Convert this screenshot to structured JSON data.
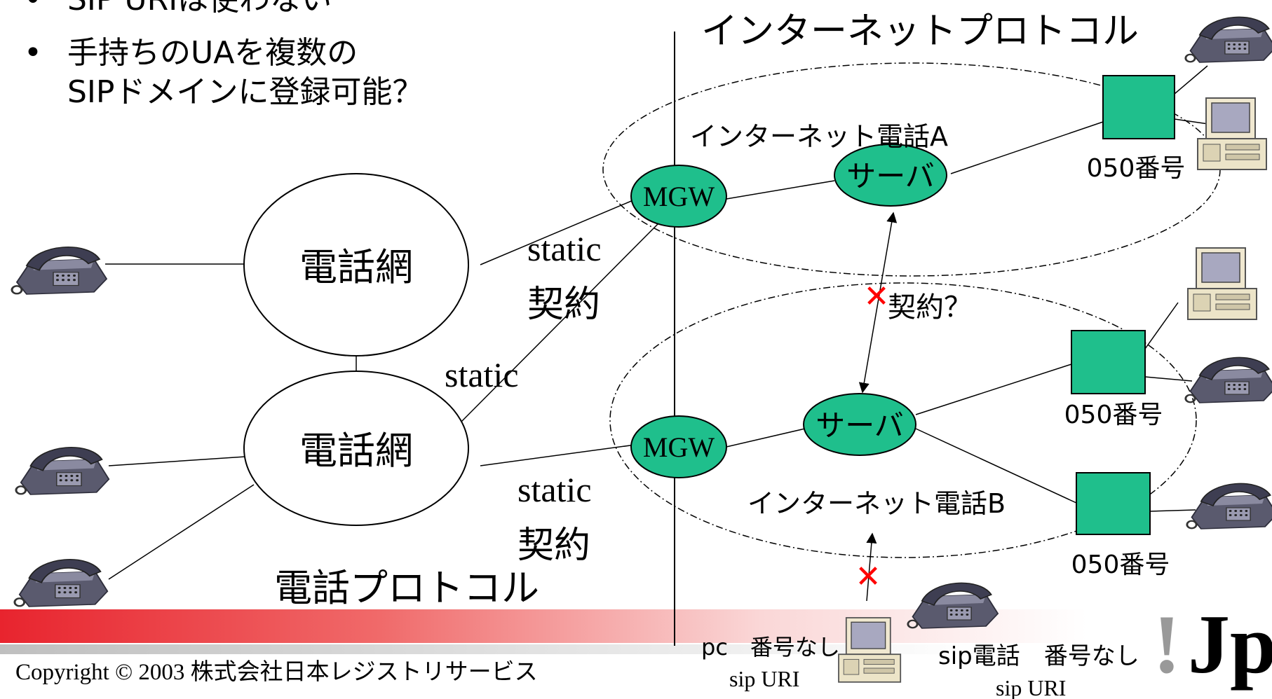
{
  "bullets": [
    "SIP URIは使わない",
    "手持ちのUAを複数の",
    "SIPドメインに登録可能？"
  ],
  "bullet_marker": "•",
  "titles": {
    "internet_protocol": "インターネットプロトコル",
    "phone_protocol": "電話プロトコル"
  },
  "networks": {
    "phone_net_1": "電話網",
    "phone_net_2": "電話網"
  },
  "domains": {
    "a": "インターネット電話A",
    "b": "インターネット電話B"
  },
  "nodes": {
    "mgw_a": "MGW",
    "mgw_b": "MGW",
    "server_a": "サーバ",
    "server_b": "サーバ"
  },
  "links": {
    "static_1": "static",
    "contract_1": "契約",
    "static_2": "static",
    "static_3": "static",
    "contract_3": "契約"
  },
  "contract_question": "契約？",
  "numbers": {
    "n_a": "050番号",
    "n_b1": "050番号",
    "n_b2": "050番号"
  },
  "bottom_devices": {
    "pc_line1": "pc　番号なし",
    "pc_line2": "sip URI",
    "sip_line1": "sip電話　番号なし",
    "sip_line2": "sip URI"
  },
  "footer": {
    "copyright": "Copyright © 2003 株式会社日本レジストリサービス",
    "logo": "Jp",
    "logo_bang": "!"
  },
  "colors": {
    "node_green": "#1fbf8c",
    "deny_red": "#ff0000",
    "footer_red": "#ee2233",
    "logo_gray": "#999999"
  },
  "icons": [
    "telephone-icon",
    "computer-icon",
    "cross-mark-icon"
  ]
}
